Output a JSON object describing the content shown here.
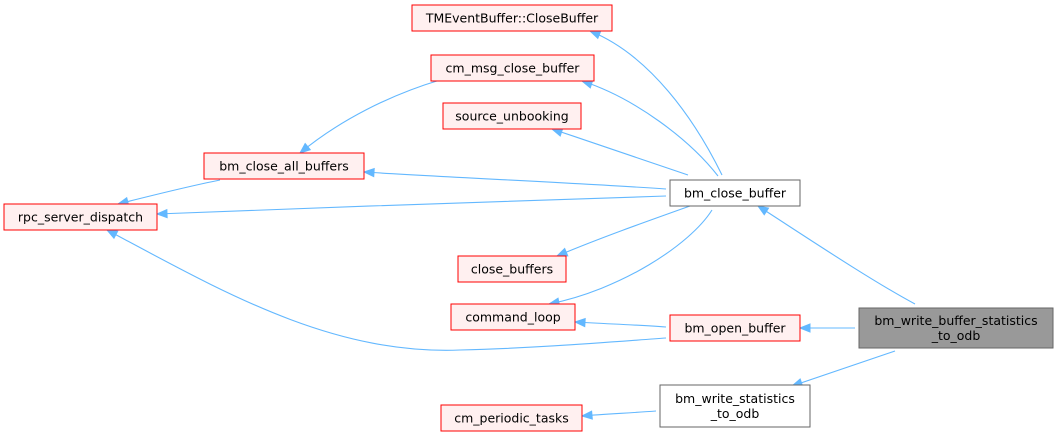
{
  "nodes": {
    "write_buffer_statistics": {
      "lines": [
        "bm_write_buffer_statistics",
        "_to_odb"
      ],
      "style": "focus"
    },
    "close_buffer": {
      "lines": [
        "bm_close_buffer"
      ],
      "style": "plain"
    },
    "open_buffer": {
      "lines": [
        "bm_open_buffer"
      ],
      "style": "red"
    },
    "write_statistics": {
      "lines": [
        "bm_write_statistics",
        "_to_odb"
      ],
      "style": "plain"
    },
    "tmevent_close": {
      "lines": [
        "TMEventBuffer::CloseBuffer"
      ],
      "style": "red"
    },
    "cm_msg_close": {
      "lines": [
        "cm_msg_close_buffer"
      ],
      "style": "red"
    },
    "source_unbooking": {
      "lines": [
        "source_unbooking"
      ],
      "style": "red"
    },
    "close_all_buffers": {
      "lines": [
        "bm_close_all_buffers"
      ],
      "style": "red"
    },
    "rpc_server_dispatch": {
      "lines": [
        "rpc_server_dispatch"
      ],
      "style": "red"
    },
    "close_buffers": {
      "lines": [
        "close_buffers"
      ],
      "style": "red"
    },
    "command_loop": {
      "lines": [
        "command_loop"
      ],
      "style": "red"
    },
    "cm_periodic_tasks": {
      "lines": [
        "cm_periodic_tasks"
      ],
      "style": "red"
    }
  },
  "edges": [
    {
      "from": "close_buffer",
      "to": "write_buffer_statistics"
    },
    {
      "from": "open_buffer",
      "to": "write_buffer_statistics"
    },
    {
      "from": "write_statistics",
      "to": "write_buffer_statistics"
    },
    {
      "from": "tmevent_close",
      "to": "close_buffer"
    },
    {
      "from": "cm_msg_close",
      "to": "close_buffer"
    },
    {
      "from": "source_unbooking",
      "to": "close_buffer"
    },
    {
      "from": "close_all_buffers",
      "to": "close_buffer"
    },
    {
      "from": "rpc_server_dispatch",
      "to": "close_buffer"
    },
    {
      "from": "close_buffers",
      "to": "close_buffer"
    },
    {
      "from": "command_loop",
      "to": "close_buffer"
    },
    {
      "from": "close_all_buffers",
      "to": "cm_msg_close"
    },
    {
      "from": "rpc_server_dispatch",
      "to": "close_all_buffers"
    },
    {
      "from": "command_loop",
      "to": "open_buffer"
    },
    {
      "from": "rpc_server_dispatch",
      "to": "open_buffer"
    },
    {
      "from": "cm_periodic_tasks",
      "to": "write_statistics"
    }
  ],
  "colors": {
    "edge": "#63b8ff",
    "red_border": "#ff0000",
    "red_fill": "#fff0f0",
    "plain_border": "#666666",
    "plain_fill": "#ffffff",
    "focus_border": "#666666",
    "focus_fill": "#999999"
  }
}
